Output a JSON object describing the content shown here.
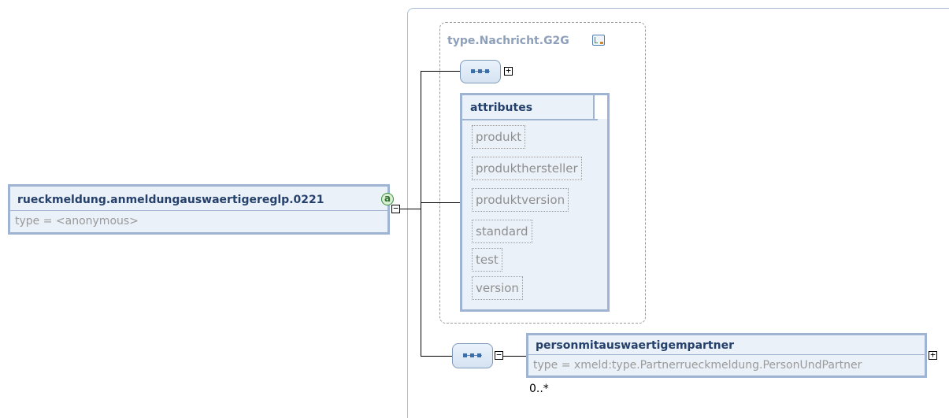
{
  "root_element": {
    "name": "rueckmeldung.anmeldungauswaertigereglp.0221",
    "type": "type = <anonymous>",
    "badge": "a"
  },
  "group": {
    "title": "type.Nachricht.G2G",
    "icon": "complex-type-icon"
  },
  "attributes": {
    "title": "attributes",
    "items": [
      "produkt",
      "produkthersteller",
      "produktversion",
      "standard",
      "test",
      "version"
    ]
  },
  "child_element": {
    "name": "personmitauswaertigempartner",
    "type": "type = xmeld:type.Partnerrueckmeldung.PersonUndPartner",
    "occurrence": "0..*"
  },
  "toggles": {
    "collapse": "−",
    "expand": "+"
  },
  "colors": {
    "frame_border": "#9fb4d2",
    "element_fill": "#ebf1f9",
    "name_text": "#24406b",
    "muted_text": "#9a9a9a"
  }
}
